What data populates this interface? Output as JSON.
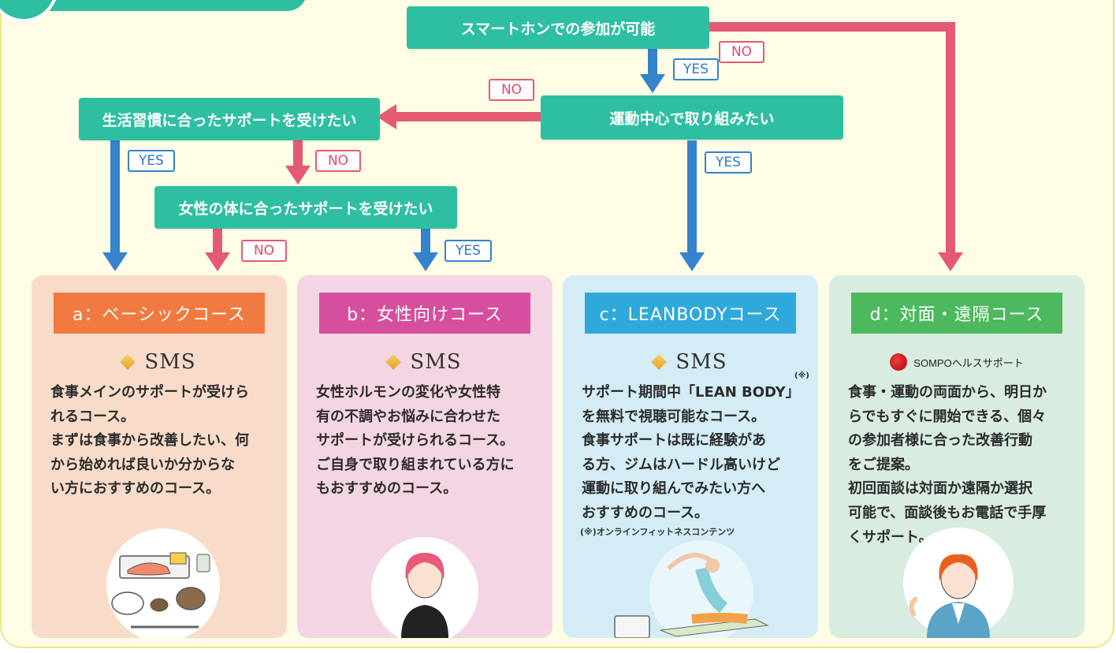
{
  "flow": {
    "q1": "スマートホンでの参加が可能",
    "q2": "運動中心で取り組みたい",
    "q3": "生活習慣に合ったサポートを受けたい",
    "q4": "女性の体に合ったサポートを受けたい",
    "yes": "YES",
    "no": "NO"
  },
  "cards": {
    "a": {
      "title": "a：ベーシックコース",
      "logo": "SMS",
      "desc": "食事メインのサポートが受けら\nれるコース。\nまずは食事から改善したい、何\nから始めれば良いか分からな\nい方におすすめのコース。",
      "color": "#f07a3f",
      "bg": "#f8dcc9"
    },
    "b": {
      "title": "b：女性向けコース",
      "logo": "SMS",
      "desc": "女性ホルモンの変化や女性特\n有の不調やお悩みに合わせた\nサポートが受けられるコース。\nご自身で取り組まれている方に\nもおすすめのコース。",
      "color": "#d64f9e",
      "bg": "#f4d5e3"
    },
    "c": {
      "title": "c：LEANBODYコース",
      "logo": "SMS",
      "desc": "サポート期間中「LEAN BODY」\nを無料で視聴可能なコース。\n食事サポートは既に経験があ\nる方、ジムはハードル高いけど\n運動に取り組んでみたい方へ\nおすすめのコース。",
      "note_mark": "(※)",
      "footnote": "(※)オンラインフィットネスコンテンツ",
      "color": "#2fa9dc",
      "bg": "#d3ecf5"
    },
    "d": {
      "title": "d：対面・遠隔コース",
      "logo": "SOMPOヘルスサポート",
      "desc": "食事・運動の両面から、明日か\nらでもすぐに開始できる、個々\nの参加者様に合った改善行動\nをご提案。\n初回面談は対面か遠隔か選択\n可能で、面談後もお電話で手厚\nくサポート。",
      "color": "#4cb95e",
      "bg": "#d8ecdf"
    }
  },
  "colors": {
    "node": "#2ebfa2",
    "yes_arrow": "#3583cc",
    "no_arrow": "#e45a72",
    "background": "#fffde6"
  }
}
